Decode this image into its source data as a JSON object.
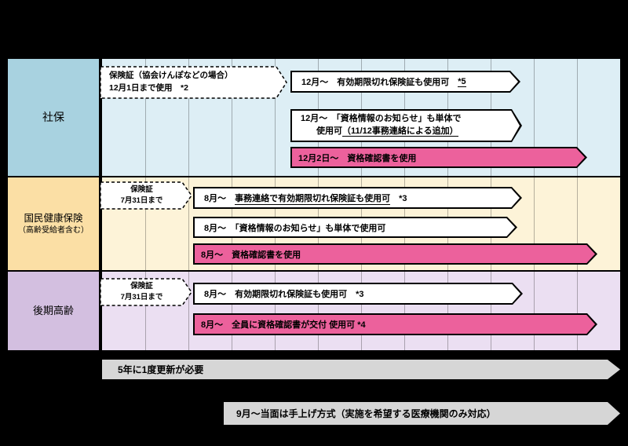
{
  "colors": {
    "pink_arrow": "#ec619c",
    "white_arrow": "#ffffff",
    "gray_arrow": "#d6d6d6",
    "shaho_label_bg": "#a8d2e0",
    "shaho_row_bg": "#ddeef5",
    "kokuho_label_bg": "#fbdfa5",
    "kokuho_row_bg": "#fdf3d8",
    "kouki_label_bg": "#d3bfe0",
    "kouki_row_bg": "#ebdff2"
  },
  "rows": [
    {
      "label": "社保",
      "dashed_arrow": {
        "line1": "保険証（協会けんぽなどの場合）",
        "line2": "12月1日まで使用　*2"
      },
      "expired_arrow": {
        "pre": "12月～　有効期限切れ保険証も使用可　",
        "underlined": "*5"
      },
      "notice_arrow": {
        "line1": "12月～　「資格情報のお知らせ」も単体で",
        "line2_pre": "使用可",
        "line2_underlined": "（11/12事務連絡による追加）"
      },
      "pink_arrow": "12月2日～　資格確認書を使用"
    },
    {
      "label": "国民健康保険",
      "sublabel": "（高齢受給者含む）",
      "dashed_arrow": {
        "line1": "保険証",
        "line2": "7月31日まで"
      },
      "expired_arrow": {
        "pre": "8月～　",
        "underlined": "事務連絡で有効期限切れ保険証も使用可",
        "post": "　*3"
      },
      "notice_arrow": {
        "line1": "8月～　「資格情報のお知らせ」も単体で使用可"
      },
      "pink_arrow": "8月～　資格確認書を使用"
    },
    {
      "label": "後期高齢",
      "dashed_arrow": {
        "line1": "保険証",
        "line2": "7月31日まで"
      },
      "expired_arrow": {
        "pre": "8月～　有効期限切れ保険証も使用可　*3"
      },
      "pink_arrow": "8月～　全員に資格確認書が交付 使用可 *4"
    }
  ],
  "footer": {
    "renewal_arrow": "5年に1度更新が必要",
    "teage_arrow": "9月～当面は手上げ方式（実施を希望する医療機関のみ対応）"
  }
}
